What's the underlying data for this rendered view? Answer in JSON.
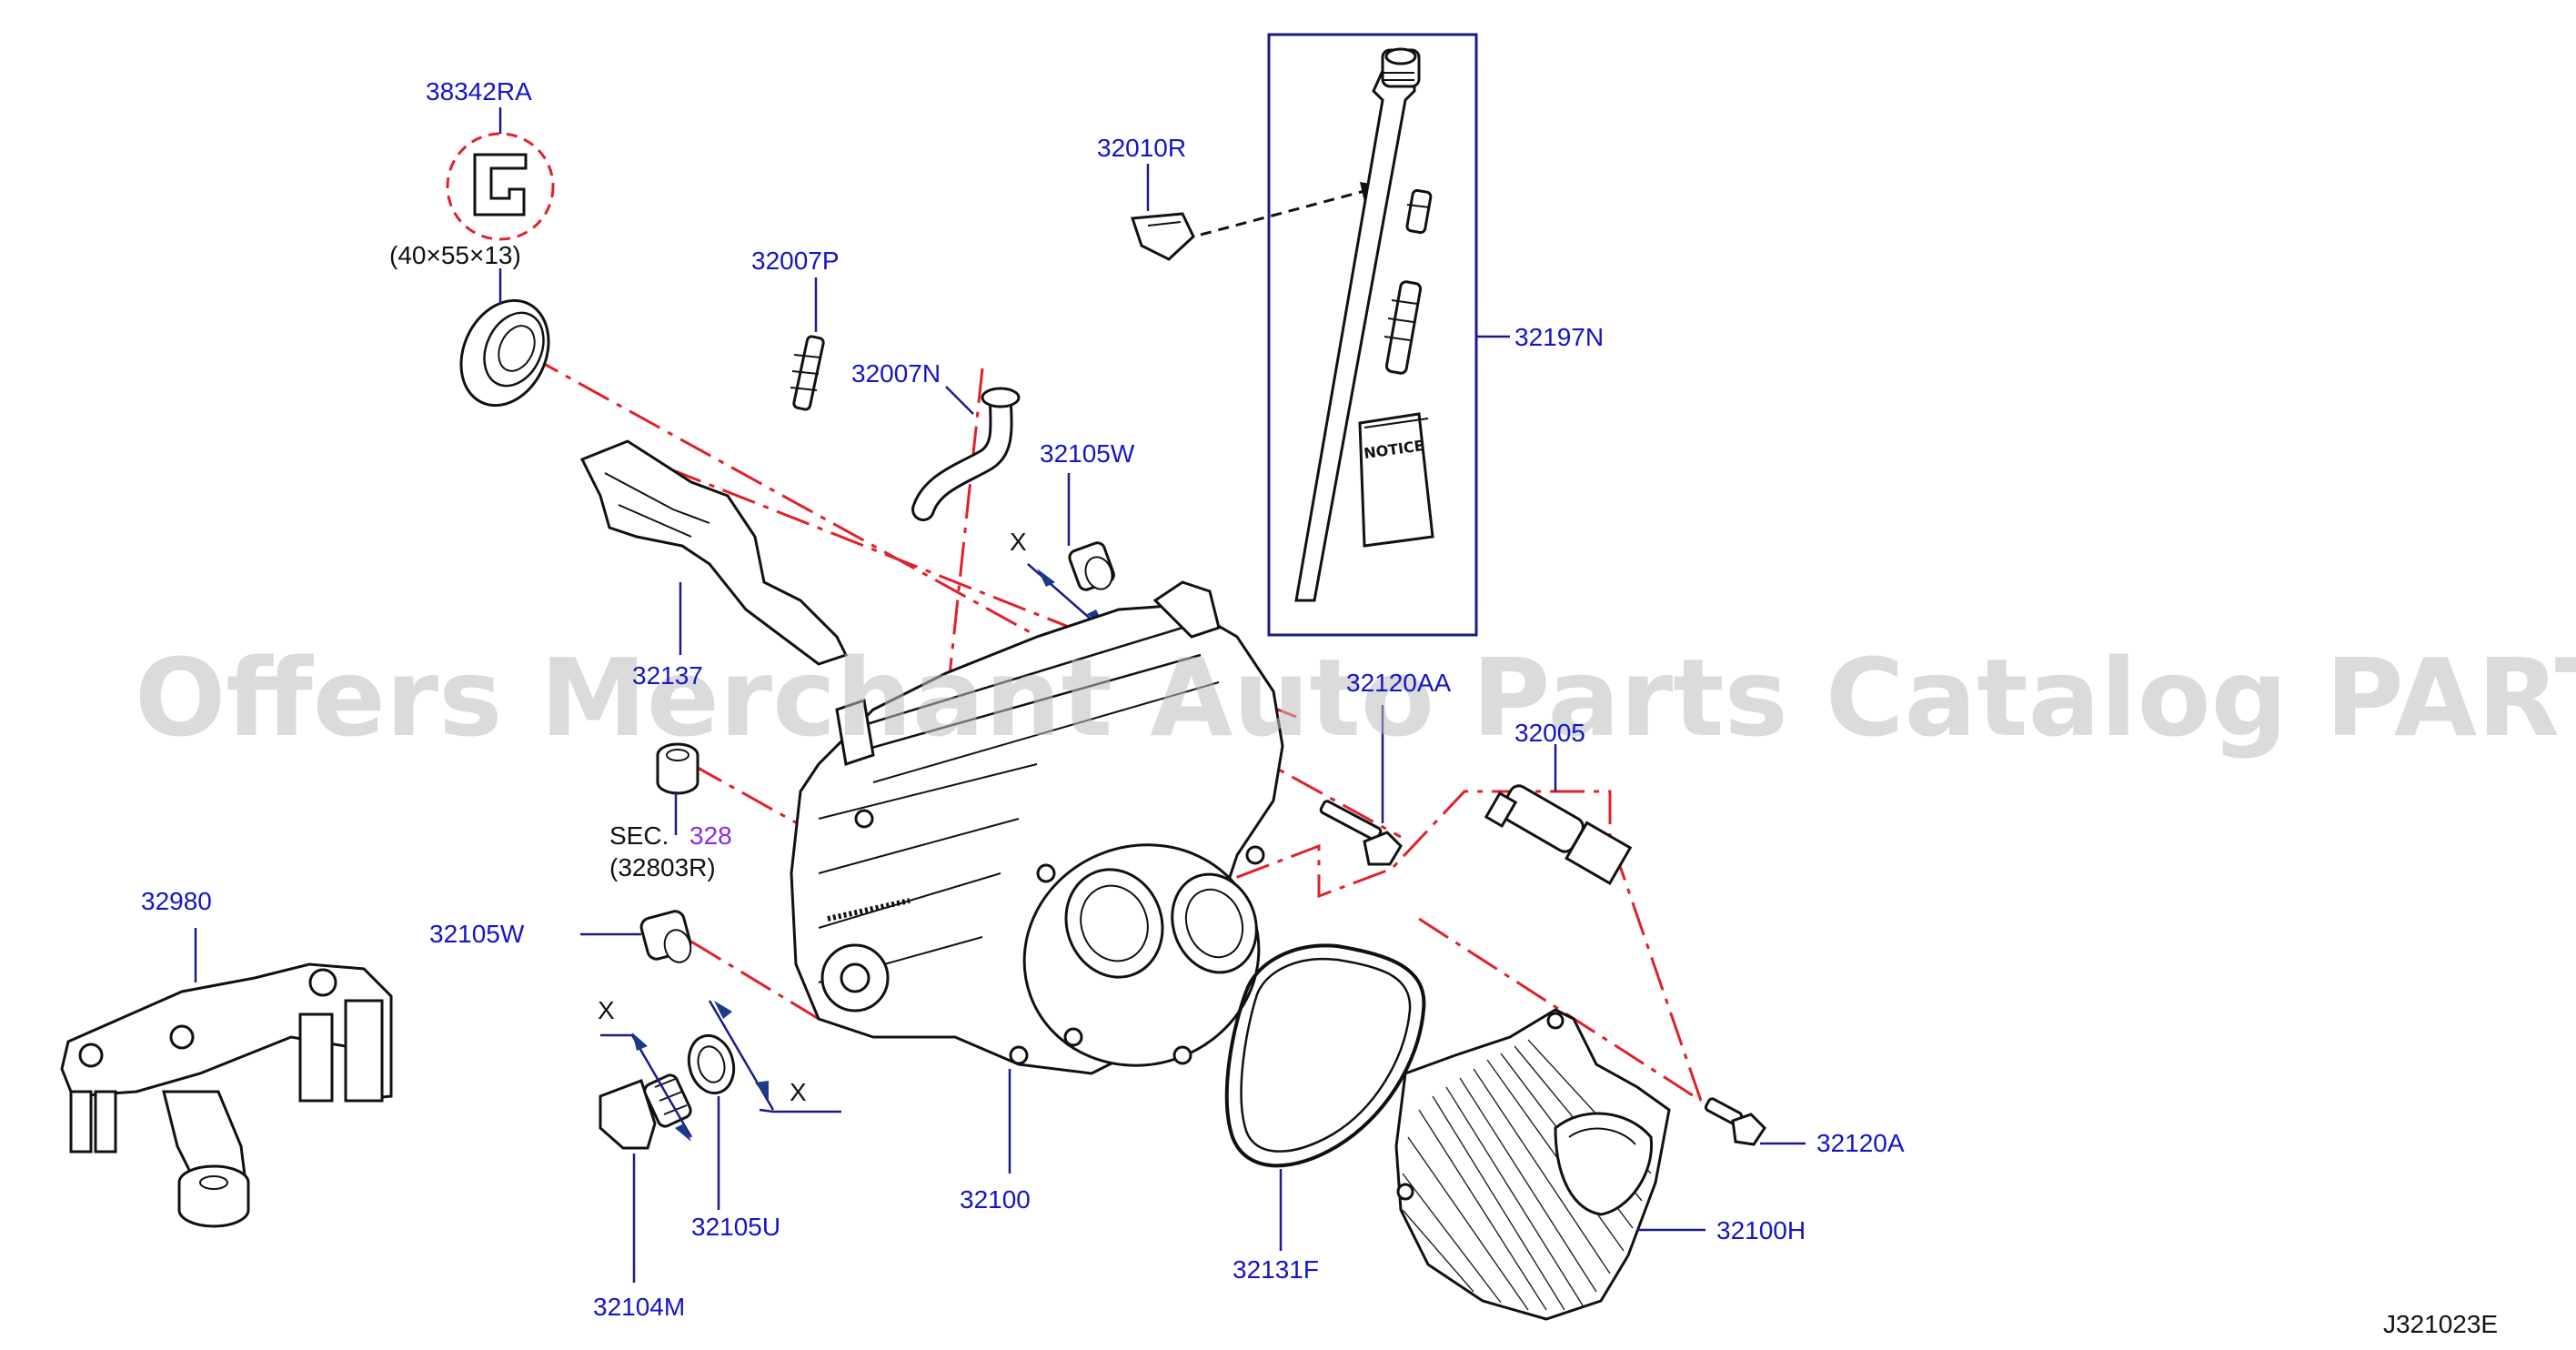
{
  "watermark": "Offers Merchant Auto Parts Catalog PARTSTORE.SA",
  "diagram_code": "J321023E",
  "callouts": {
    "p38342RA": "38342RA",
    "seal_size": "(40×55×13)",
    "p32007P": "32007P",
    "p32007N": "32007N",
    "p32010R": "32010R",
    "p32197N": "32197N",
    "p32105W_top": "32105W",
    "x_top": "X",
    "p32137": "32137",
    "p32120AA": "32120AA",
    "p32005": "32005",
    "sec_prefix": "SEC.",
    "sec_number": "328",
    "sec_sub": "(32803R)",
    "p32980": "32980",
    "p32105W_left": "32105W",
    "x_left": "X",
    "x_right": "X",
    "p32105U": "32105U",
    "p32104M": "32104M",
    "p32100": "32100",
    "p32131F": "32131F",
    "p32120A": "32120A",
    "p32100H": "32100H"
  },
  "notice_text": "NOTICE",
  "colors": {
    "label": "#1414c8",
    "sec_link": "#8a2be2",
    "phantom_line": "#e0202a",
    "watermark": "#bdbdbd"
  }
}
